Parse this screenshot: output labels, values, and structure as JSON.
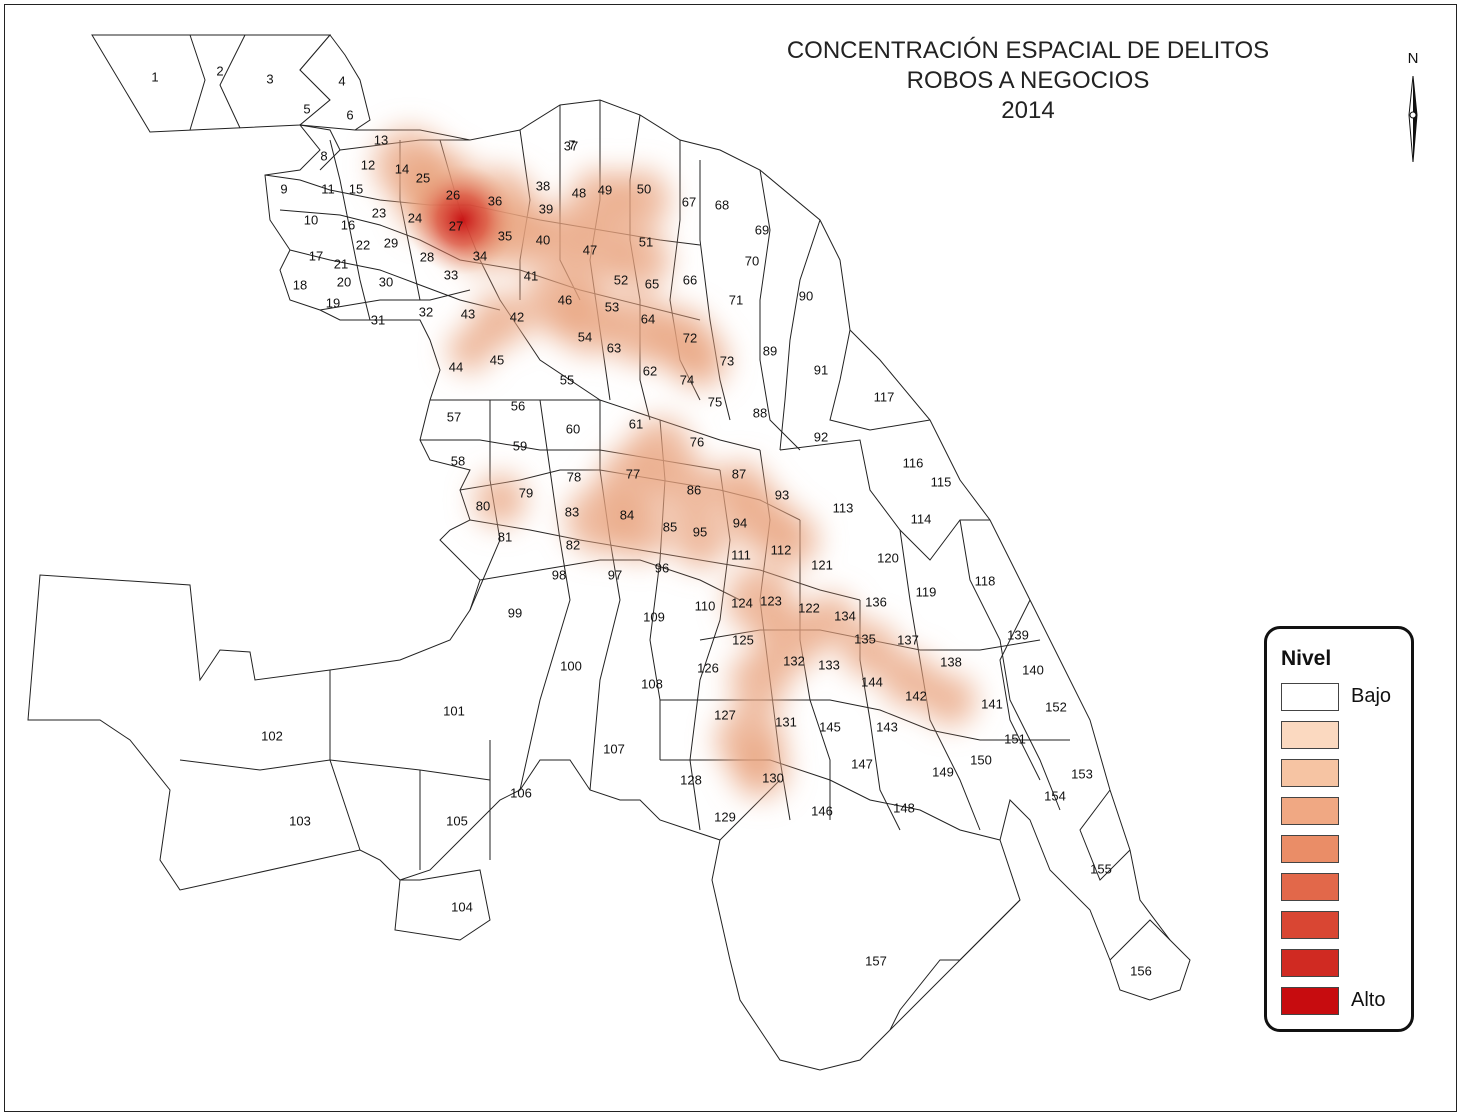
{
  "title": {
    "line1": "CONCENTRACIÓN ESPACIAL DE DELITOS",
    "line2": "ROBOS A NEGOCIOS",
    "line3": "2014"
  },
  "north_label": "N",
  "legend": {
    "title": "Nivel",
    "low_label": "Bajo",
    "high_label": "Alto",
    "colors": [
      "#ffffff",
      "#fbd9c0",
      "#f6c4a3",
      "#f0a883",
      "#ea8d67",
      "#e2684a",
      "#d94633",
      "#d02a22",
      "#c70c0f"
    ]
  },
  "hotspot_color": "#e8a37e",
  "districts": [
    "1",
    "2",
    "3",
    "4",
    "5",
    "6",
    "7",
    "8",
    "9",
    "10",
    "11",
    "12",
    "13",
    "14",
    "15",
    "16",
    "17",
    "18",
    "19",
    "20",
    "21",
    "22",
    "23",
    "24",
    "25",
    "26",
    "27",
    "28",
    "29",
    "30",
    "31",
    "32",
    "33",
    "34",
    "35",
    "36",
    "37",
    "38",
    "39",
    "40",
    "41",
    "42",
    "43",
    "44",
    "45",
    "46",
    "47",
    "48",
    "49",
    "50",
    "51",
    "52",
    "53",
    "54",
    "55",
    "56",
    "57",
    "58",
    "59",
    "60",
    "61",
    "62",
    "63",
    "64",
    "65",
    "66",
    "67",
    "68",
    "69",
    "70",
    "71",
    "72",
    "73",
    "74",
    "75",
    "76",
    "77",
    "78",
    "79",
    "80",
    "81",
    "82",
    "83",
    "84",
    "85",
    "86",
    "87",
    "88",
    "89",
    "90",
    "91",
    "92",
    "93",
    "94",
    "95",
    "96",
    "97",
    "98",
    "99",
    "100",
    "101",
    "102",
    "103",
    "104",
    "105",
    "106",
    "107",
    "108",
    "109",
    "110",
    "111",
    "112",
    "113",
    "114",
    "115",
    "116",
    "117",
    "118",
    "119",
    "120",
    "121",
    "122",
    "123",
    "124",
    "125",
    "126",
    "127",
    "128",
    "129",
    "130",
    "131",
    "132",
    "133",
    "134",
    "135",
    "136",
    "137",
    "138",
    "139",
    "140",
    "141",
    "142",
    "143",
    "144",
    "145",
    "146",
    "147",
    "148",
    "149",
    "150",
    "151",
    "152",
    "153",
    "154",
    "155",
    "156",
    "157"
  ]
}
